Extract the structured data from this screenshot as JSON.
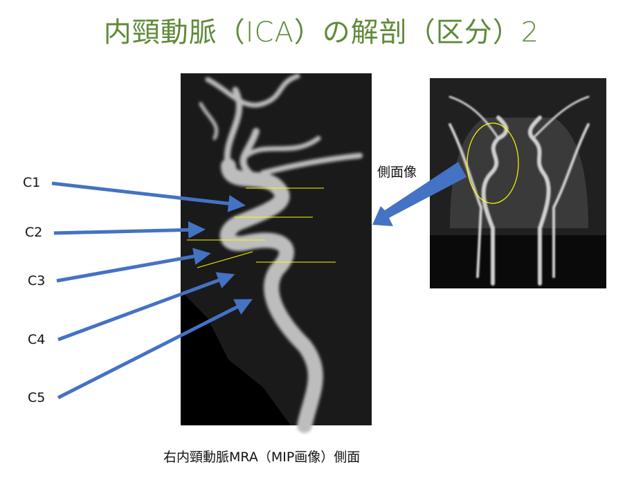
{
  "title": "内頸動脈（ICA）の解剖（区分）2",
  "labels": [
    "C1",
    "C2",
    "C3",
    "C4",
    "C5"
  ],
  "side_label": "側面像",
  "caption": "右内頸動脈MRA（MIP画像）側面",
  "colors": {
    "title": "#5f8a3a",
    "arrow": "#4472c4",
    "marker": "#ffff00"
  }
}
